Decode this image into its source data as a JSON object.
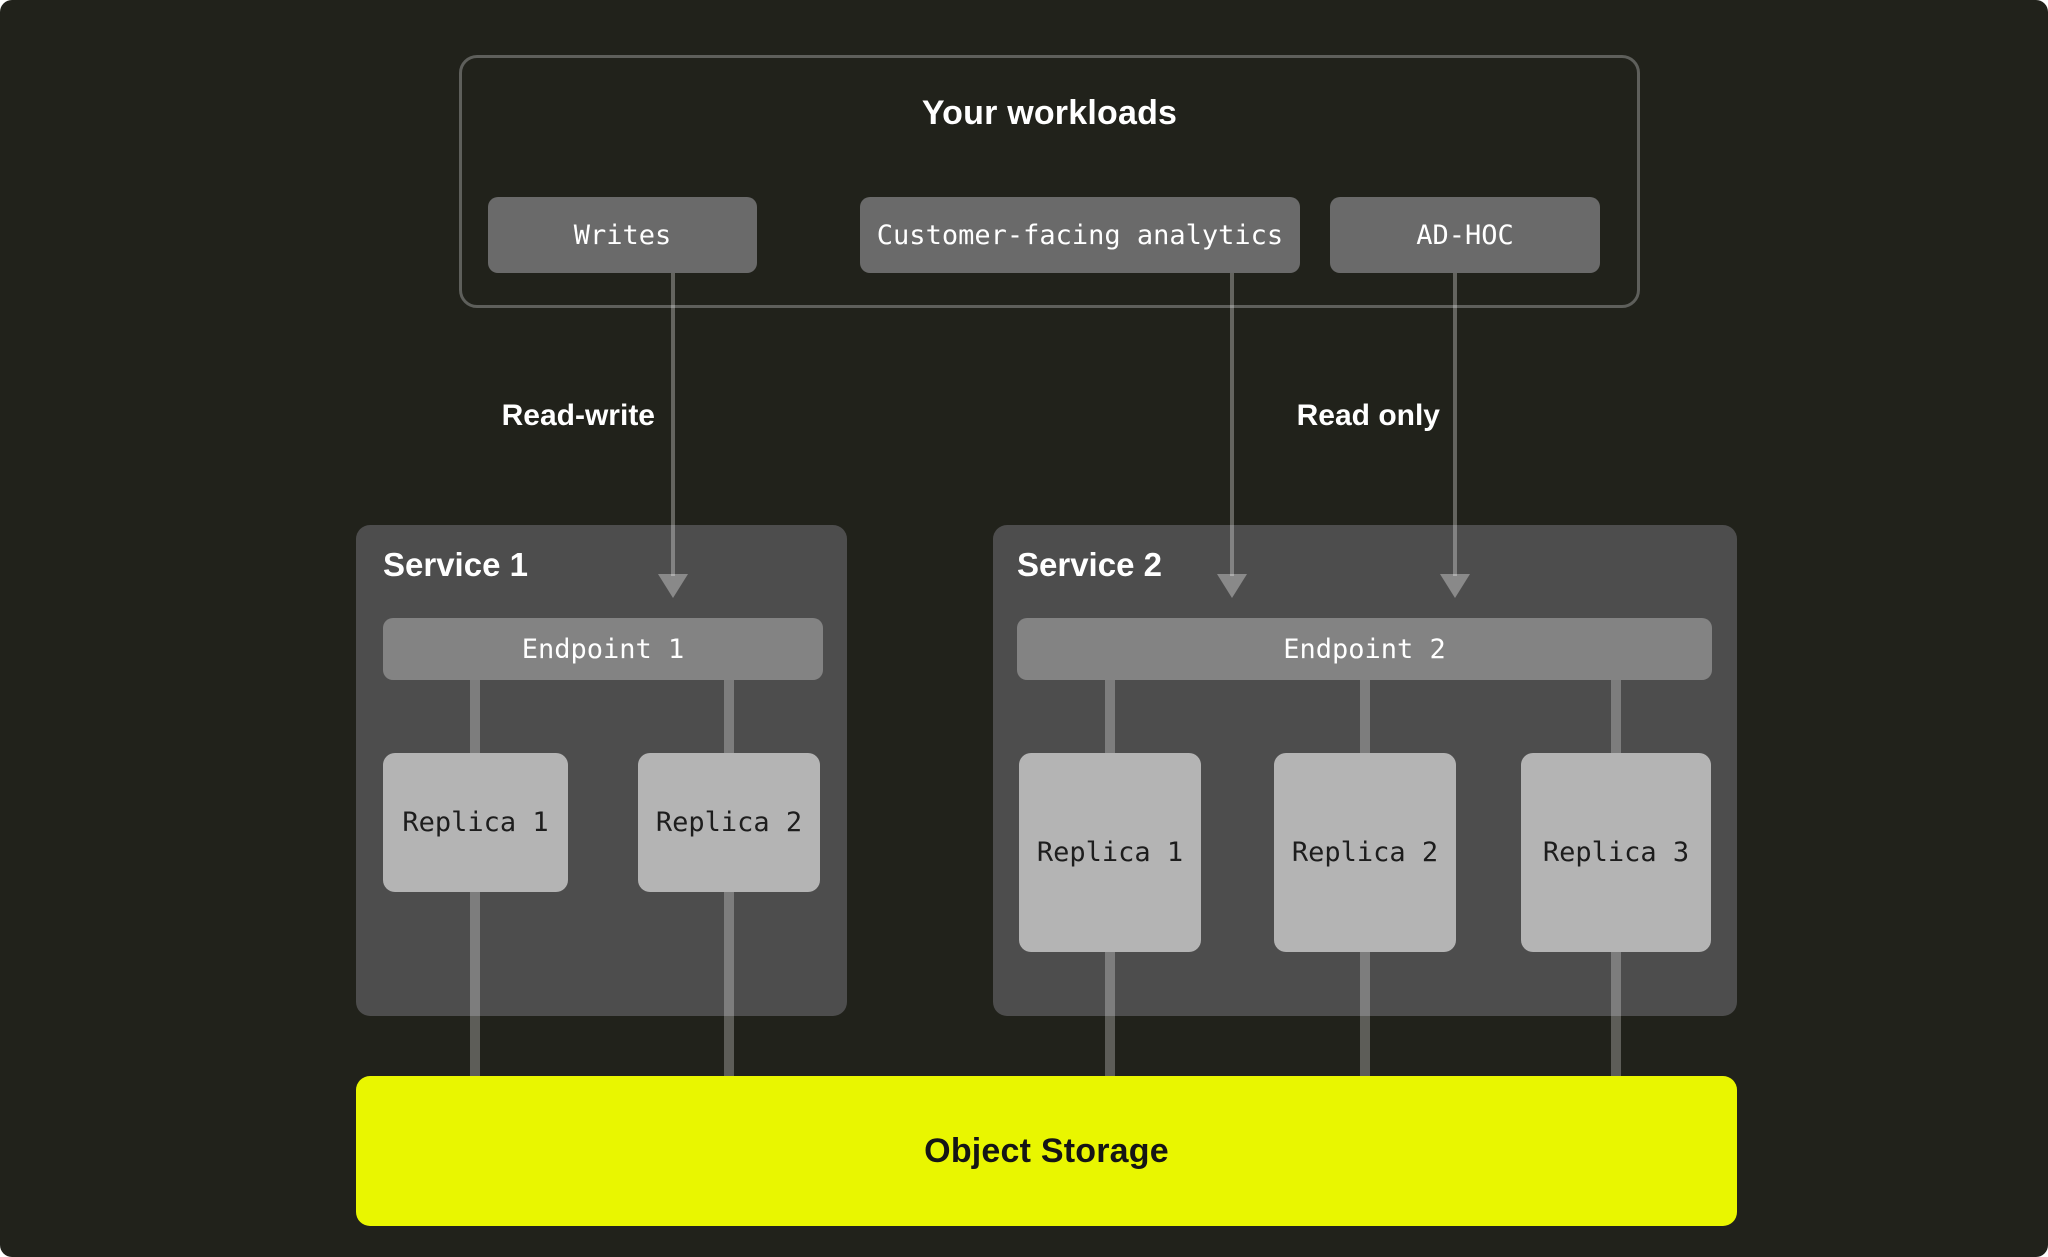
{
  "colors": {
    "background": "#21221b",
    "panel_border": "#5e5f5b",
    "workload_chip": "#6a6a6a",
    "service_box": "#4d4d4d",
    "endpoint_bar": "#838383",
    "replica_box": "#b4b4b4",
    "storage_yellow": "#e9f600",
    "text_light": "#ffffff",
    "text_dark": "#1d1d1d"
  },
  "workloads": {
    "title": "Your workloads",
    "items": [
      {
        "label": "Writes"
      },
      {
        "label": "Customer-facing analytics"
      },
      {
        "label": "AD-HOC"
      }
    ]
  },
  "flow": {
    "read_write": "Read-write",
    "read_only": "Read only"
  },
  "services": [
    {
      "title": "Service 1",
      "endpoint": "Endpoint 1",
      "replicas": [
        "Replica 1",
        "Replica 2"
      ]
    },
    {
      "title": "Service 2",
      "endpoint": "Endpoint 2",
      "replicas": [
        "Replica 1",
        "Replica 2",
        "Replica 3"
      ]
    }
  ],
  "storage": {
    "label": "Object Storage"
  }
}
